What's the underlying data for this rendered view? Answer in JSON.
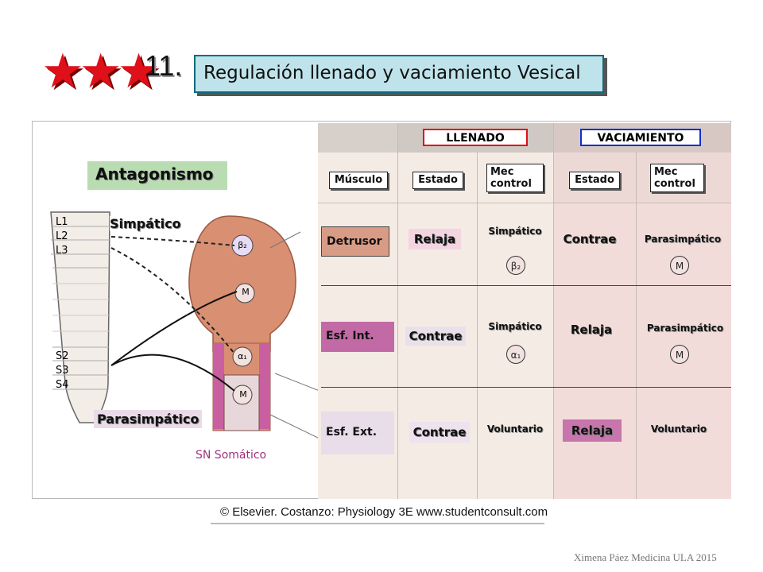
{
  "slide_number": "11.",
  "title": "Regulación llenado y vaciamiento Vesical",
  "decoration": "★★★",
  "left_panel": {
    "antagonismo": "Antagonismo",
    "simpatico": "Simpático",
    "parasimpatico": "Parasimpático",
    "sn_somatico": "SN Somático",
    "vertebrae": [
      "L1",
      "L2",
      "L3",
      "S2",
      "S3",
      "S4"
    ],
    "receptors": [
      "β₂",
      "M",
      "α₁",
      "M"
    ]
  },
  "table": {
    "phase_llenado": "LLENADO",
    "phase_vaciamiento": "VACIAMIENTO",
    "col_musculo": "Músculo",
    "col_estado_1": "Estado",
    "col_mec_1": "Mec control",
    "col_estado_2": "Estado",
    "col_mec_2": "Mec control",
    "rows": [
      {
        "musculo": "Detrusor",
        "estado_llenado": "Relaja",
        "mec_llenado": "Simpático",
        "icon_llenado": "β₂",
        "estado_vaciamiento": "Contrae",
        "mec_vaciamiento": "Parasimpático",
        "icon_vaciamiento": "M"
      },
      {
        "musculo": "Esf. Int.",
        "estado_llenado": "Contrae",
        "mec_llenado": "Simpático",
        "icon_llenado": "α₁",
        "estado_vaciamiento": "Relaja",
        "mec_vaciamiento": "Parasimpático",
        "icon_vaciamiento": "M"
      },
      {
        "musculo": "Esf. Ext.",
        "estado_llenado": "Contrae",
        "mec_llenado": "Voluntario",
        "estado_vaciamiento": "Relaja",
        "mec_vaciamiento": "Voluntario"
      }
    ]
  },
  "credit": "© Elsevier. Costanzo: Physiology 3E www.studentconsult.com",
  "author": "Ximena Páez Medicina ULA 2015",
  "colors": {
    "title_bg": "#bfe3ea",
    "red": "#e0101a",
    "blue": "#1030d0",
    "pink": "#c94a9a",
    "bladder": "#d98f72"
  }
}
